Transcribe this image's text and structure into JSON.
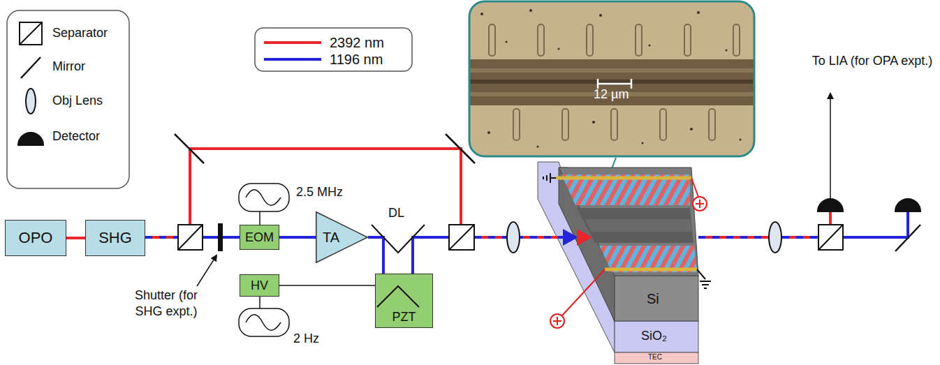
{
  "diagram": {
    "nodes": [
      {
        "text": [
          "OPO"
        ]
      },
      {
        "text": [
          "SHG"
        ]
      },
      {
        "text": [
          "EOM"
        ]
      },
      {
        "text": [
          "TA"
        ]
      },
      {
        "text": [
          "HV"
        ]
      },
      {
        "text": [
          "PZT"
        ]
      }
    ],
    "edges": [
      {
        "from": 0,
        "to": 1,
        "arrow": "none"
      },
      {
        "from": 2,
        "to": 3,
        "arrow": "none"
      },
      {
        "from": 4,
        "to": 5,
        "arrow": "none"
      }
    ],
    "labels": [
      "2.5 MHz",
      "DL",
      "2 Hz",
      "Shutter (for SHG expt.)",
      "12 µm",
      "Si",
      "SiO₂",
      "TEC",
      "To LIA (for OPA expt.)"
    ],
    "legend": [
      {
        "text": "Separator"
      },
      {
        "text": "Mirror"
      },
      {
        "text": "Obj Lens"
      },
      {
        "text": "Detector"
      },
      {
        "text": "2392 nm",
        "color": "#e8262b"
      },
      {
        "text": "1196 nm",
        "color": "#2424d8"
      }
    ]
  }
}
